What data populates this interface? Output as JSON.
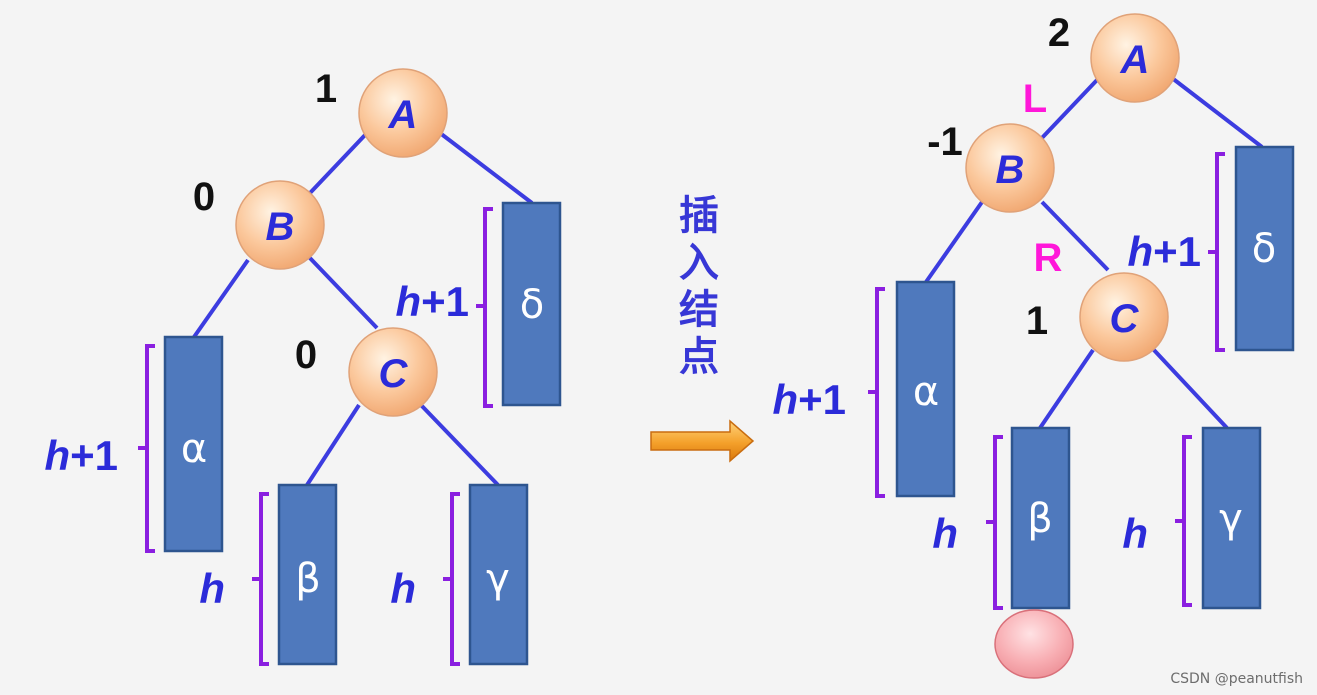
{
  "insert_label": [
    "插",
    "入",
    "结",
    "点"
  ],
  "watermark": "CSDN @peanutfish",
  "left_tree": {
    "nodes": {
      "A": {
        "letter": "A",
        "balance": "1"
      },
      "B": {
        "letter": "B",
        "balance": "0"
      },
      "C": {
        "letter": "C",
        "balance": "0"
      }
    },
    "subtrees": {
      "alpha": {
        "symbol": "α",
        "height_var": "h",
        "height_suffix": "+1"
      },
      "beta": {
        "symbol": "β",
        "height_var": "h",
        "height_suffix": ""
      },
      "gamma": {
        "symbol": "γ",
        "height_var": "h",
        "height_suffix": ""
      },
      "delta": {
        "symbol": "δ",
        "height_var": "h",
        "height_suffix": "+1"
      }
    }
  },
  "right_tree": {
    "nodes": {
      "A": {
        "letter": "A",
        "balance": "2"
      },
      "B": {
        "letter": "B",
        "balance": "-1"
      },
      "C": {
        "letter": "C",
        "balance": "1"
      }
    },
    "direction_labels": {
      "L": "L",
      "R": "R"
    },
    "subtrees": {
      "alpha": {
        "symbol": "α",
        "height_var": "h",
        "height_suffix": "+1"
      },
      "beta": {
        "symbol": "β",
        "height_var": "h",
        "height_suffix": ""
      },
      "gamma": {
        "symbol": "γ",
        "height_var": "h",
        "height_suffix": ""
      },
      "delta": {
        "symbol": "δ",
        "height_var": "h",
        "height_suffix": "+1"
      }
    }
  },
  "colors": {
    "edge": "#3c3ce0",
    "subtree_fill": "#4f79bd",
    "bracket": "#8a1fe0",
    "node_text": "#2b2bd9",
    "direction_label": "#ff17d9",
    "arrow": "#f29a1e",
    "new_node": "#f4a0a6"
  }
}
